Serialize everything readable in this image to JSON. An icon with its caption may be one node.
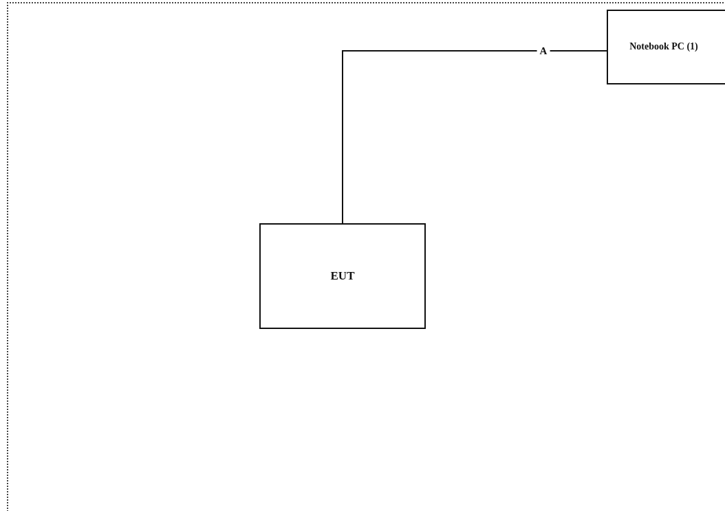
{
  "diagram": {
    "nodes": [
      {
        "text": [
          "Notebook PC (1)"
        ]
      },
      {
        "text": [
          "EUT"
        ]
      }
    ],
    "edges": [
      {
        "from": 1,
        "to": 0,
        "arrow": "none",
        "label": "A"
      }
    ]
  }
}
